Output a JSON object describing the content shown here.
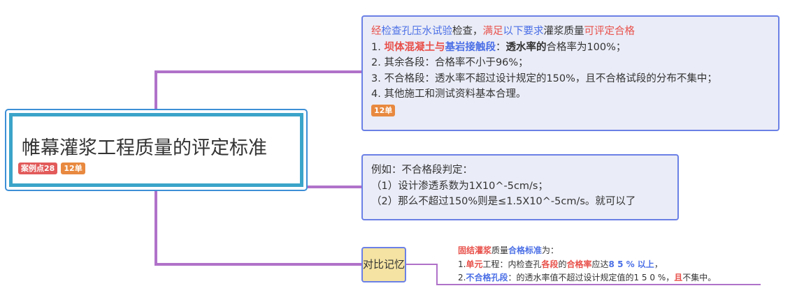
{
  "center": {
    "title": "帷幕灌浆工程质量的评定标准",
    "tags": [
      "案例点28",
      "12单"
    ]
  },
  "box1": {
    "title": [
      "经",
      "检查孔压水试验",
      "检查，",
      "满足",
      "以下要求",
      "灌浆质量",
      "可评定合格"
    ],
    "item1": [
      "1. ",
      "坝体混凝土",
      "与",
      "基岩",
      "接触段",
      "：",
      "透水率的",
      "合格率为100%；"
    ],
    "item2": "2. 其余各段：合格率不小于96%；",
    "item3": "3. 不合格段：透水率不超过设计规定的150%，且不合格试段的分布不集中；",
    "item4": "4. 其他施工和测试资料基本合理。",
    "tag": "12单"
  },
  "box2": {
    "lines": [
      "例如：不合格段判定：",
      "（1）设计渗透系数为1X10^-5cm/s；",
      "（2）那么不超过150%则是≤1.5X10^-5cm/s。就可以了"
    ]
  },
  "memo": {
    "label": "对比记忆"
  },
  "note": {
    "l1": [
      "固结灌浆",
      "质量",
      "合格标准",
      "为："
    ],
    "l2": [
      "1.",
      "单元",
      "工程：内检查孔",
      "各段",
      "的",
      "合格率",
      "应达",
      "8 5 % 以上",
      "，"
    ],
    "l3": [
      "2.",
      "不合格孔段",
      "：的透水率值不超过设计规定值的1 5 0 %，",
      "且",
      "不集中。"
    ]
  },
  "colors": {
    "red": "#e8504a",
    "blue": "#4b6fe6",
    "line": "#b072c9",
    "border": "#6b80e6"
  }
}
